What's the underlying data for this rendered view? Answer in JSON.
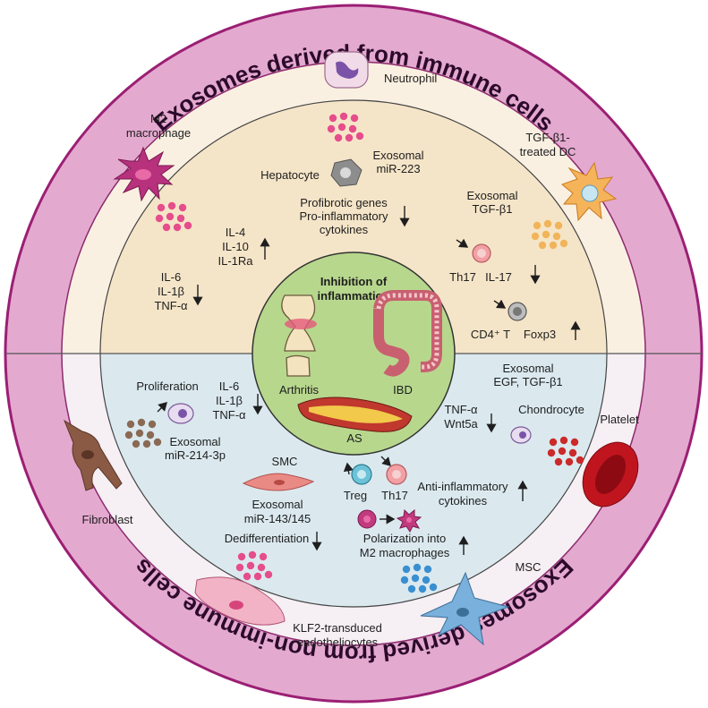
{
  "diagram": {
    "ring_titles": {
      "top": "Exosomes derived from immune cells",
      "bottom": "Exosomes derived from non-immune cells"
    },
    "center": {
      "title_line1": "Inhibition of",
      "title_line2": "inflammation",
      "disease_arthritis": "Arthritis",
      "disease_ibd": "IBD",
      "disease_as": "AS"
    },
    "top_half": {
      "neutrophil": "Neutrophil",
      "m2_line1": "M2",
      "m2_line2": "macrophage",
      "dc_line1": "TGF-β1-",
      "dc_line2": "treated DC",
      "hepatocyte": "Hepatocyte",
      "mir223_line1": "Exosomal",
      "mir223_line2": "miR-223",
      "profibrotic_line1": "Profibrotic genes",
      "profibrotic_line2": "Pro-inflammatory",
      "profibrotic_line3": "cytokines",
      "tgfb1_line1": "Exosomal",
      "tgfb1_line2": "TGF-β1",
      "il4": "IL-4",
      "il10": "IL-10",
      "il1ra": "IL-1Ra",
      "il6": "IL-6",
      "il1b": "IL-1β",
      "tnfa": "TNF-α",
      "th17": "Th17",
      "il17": "IL-17",
      "cd4t": "CD4⁺ T",
      "foxp3": "Foxp3"
    },
    "bottom_half": {
      "proliferation": "Proliferation",
      "il6": "IL-6",
      "il1b": "IL-1β",
      "tnfa": "TNF-α",
      "mir214_line1": "Exosomal",
      "mir214_line2": "miR-214-3p",
      "egf_line1": "Exosomal",
      "egf_line2": "EGF, TGF-β1",
      "tnfa2": "TNF-α",
      "wnt5a": "Wnt5a",
      "chondrocyte": "Chondrocyte",
      "platelet": "Platelet",
      "smc": "SMC",
      "mir143_line1": "Exosomal",
      "mir143_line2": "miR-143/145",
      "dedifferentiation": "Dedifferentiation",
      "treg": "Treg",
      "th17": "Th17",
      "anti_line1": "Anti-inflammatory",
      "anti_line2": "cytokines",
      "polar_line1": "Polarization into",
      "polar_line2": "M2 macrophages",
      "fibroblast": "Fibroblast",
      "msc": "MSC",
      "klf2_line1": "KLF2-transduced",
      "klf2_line2": "endotheliocytes"
    }
  },
  "colors": {
    "outer_ring": "#e4a9cf",
    "outer_stroke": "#9b1f74",
    "top_fill": "#faf0e1",
    "inner_top": "#f5e5c8",
    "inner_bottom": "#dbe9ef",
    "center_fill": "#b7d78d",
    "title_text": "#2b0a2b",
    "exosome_pink": "#e64d8c",
    "exosome_blue": "#3a8fd0",
    "exosome_orange": "#f2b45a",
    "exosome_brown": "#8a6a55",
    "exosome_red": "#cc2a2a"
  }
}
